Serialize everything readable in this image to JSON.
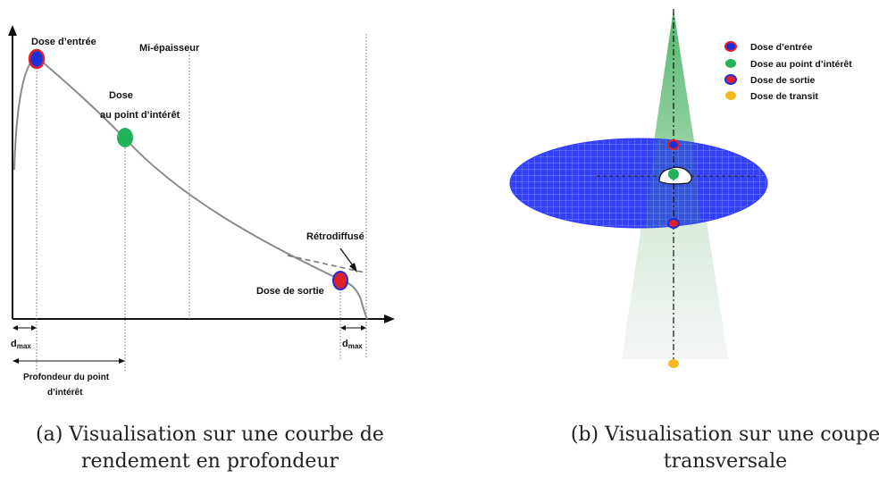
{
  "panel_a": {
    "labels": {
      "entry_dose": "Dose d’entrée",
      "mid_thickness": "Mi-épaisseur",
      "dose_line1": "Dose",
      "dose_line2": "au point d’intérêt",
      "backscatter": "Rétrodiffusé",
      "exit_dose": "Dose de sortie",
      "dmax_left_main": "d",
      "dmax_left_sub": "max",
      "dmax_right_main": "d",
      "dmax_right_sub": "max",
      "depth_line1": "Profondeur du point",
      "depth_line2": "d’intérêt"
    },
    "caption": {
      "line1": "(a) Visualisation sur une courbe de",
      "line2": "rendement en profondeur"
    }
  },
  "panel_b": {
    "legend": [
      {
        "label": "Dose d’entrée",
        "fill": "#1f2fd8",
        "stroke": "#e0202a"
      },
      {
        "label": "Dose au point d’intérêt",
        "fill": "#22b25a",
        "stroke": "#22b25a"
      },
      {
        "label": "Dose de sortie",
        "fill": "#e0202a",
        "stroke": "#1f2fd8"
      },
      {
        "label": "Dose de transit",
        "fill": "#f5b820",
        "stroke": "#f5b820"
      }
    ],
    "caption": {
      "line1": "(b) Visualisation sur une coupe",
      "line2": "transversale"
    }
  },
  "colors": {
    "entry_point": "#1f2fd8",
    "entry_ring": "#e0202a",
    "interest_point": "#22b25a",
    "exit_point": "#e0202a",
    "transit_point": "#f5b820",
    "beam_green": "#3fae5b",
    "patient_blue": "#2d3cff",
    "curve": "#888888"
  }
}
